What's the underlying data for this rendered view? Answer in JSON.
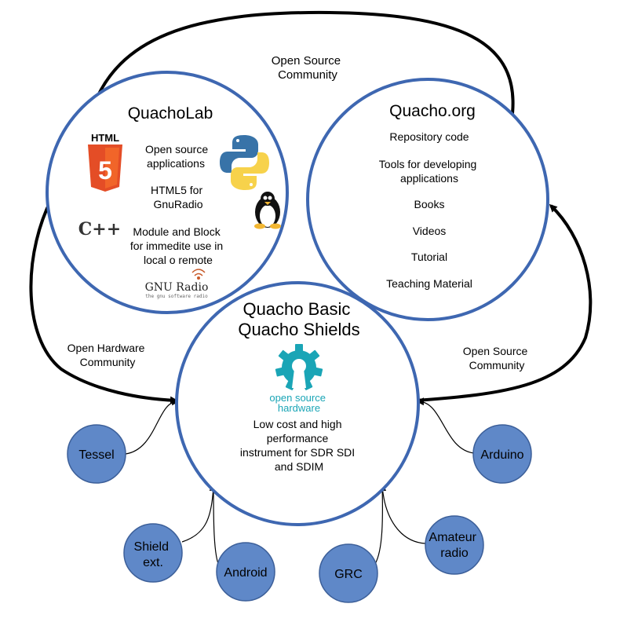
{
  "colors": {
    "circle_stroke": "#3e67b1",
    "node_fill": "#5f88c8",
    "node_stroke": "#3c5f99",
    "oshw_teal": "#1aa5b6",
    "html5_orange": "#e44d26",
    "python_blue": "#3873a8",
    "python_yellow": "#f7d24b"
  },
  "quacholab": {
    "title": "QuachoLab",
    "items": [
      [
        "Open source",
        "applications"
      ],
      [
        "HTML5 for",
        "GnuRadio"
      ],
      [
        "Module and Block",
        "for immedite use in",
        "local o remote"
      ]
    ],
    "html5_logo_text": "HTML",
    "html5_number": "5",
    "cpp_logo_text": "C++",
    "gnuradio_logo_text": "GNU Radio",
    "gnuradio_tagline": "the gnu software radio",
    "icons": [
      "html5-icon",
      "python-icon",
      "linux-tux-icon",
      "cpp-icon",
      "gnuradio-icon"
    ]
  },
  "quacho_org": {
    "title": "Quacho.org",
    "items": [
      [
        "Repository code"
      ],
      [
        "Tools for developing",
        "applications"
      ],
      [
        "Books"
      ],
      [
        "Videos"
      ],
      [
        "Tutorial"
      ],
      [
        "Teaching Material"
      ]
    ]
  },
  "quacho_basic": {
    "title_lines": [
      "Quacho Basic",
      "Quacho Shields"
    ],
    "oshw_lines": [
      "open source",
      "hardware"
    ],
    "description": [
      "Low cost and high",
      "performance",
      "instrument for SDR SDI",
      "and SDIM"
    ]
  },
  "edges": {
    "top": [
      "Open Source",
      "Community"
    ],
    "left": [
      "Open Hardware",
      "Community"
    ],
    "right": [
      "Open Source",
      "Community"
    ]
  },
  "nodes": {
    "tessel": [
      "Tessel"
    ],
    "arduino": [
      "Arduino"
    ],
    "shield": [
      "Shield",
      "ext."
    ],
    "android": [
      "Android"
    ],
    "grc": [
      "GRC"
    ],
    "amateur": [
      "Amateur",
      "radio"
    ]
  }
}
